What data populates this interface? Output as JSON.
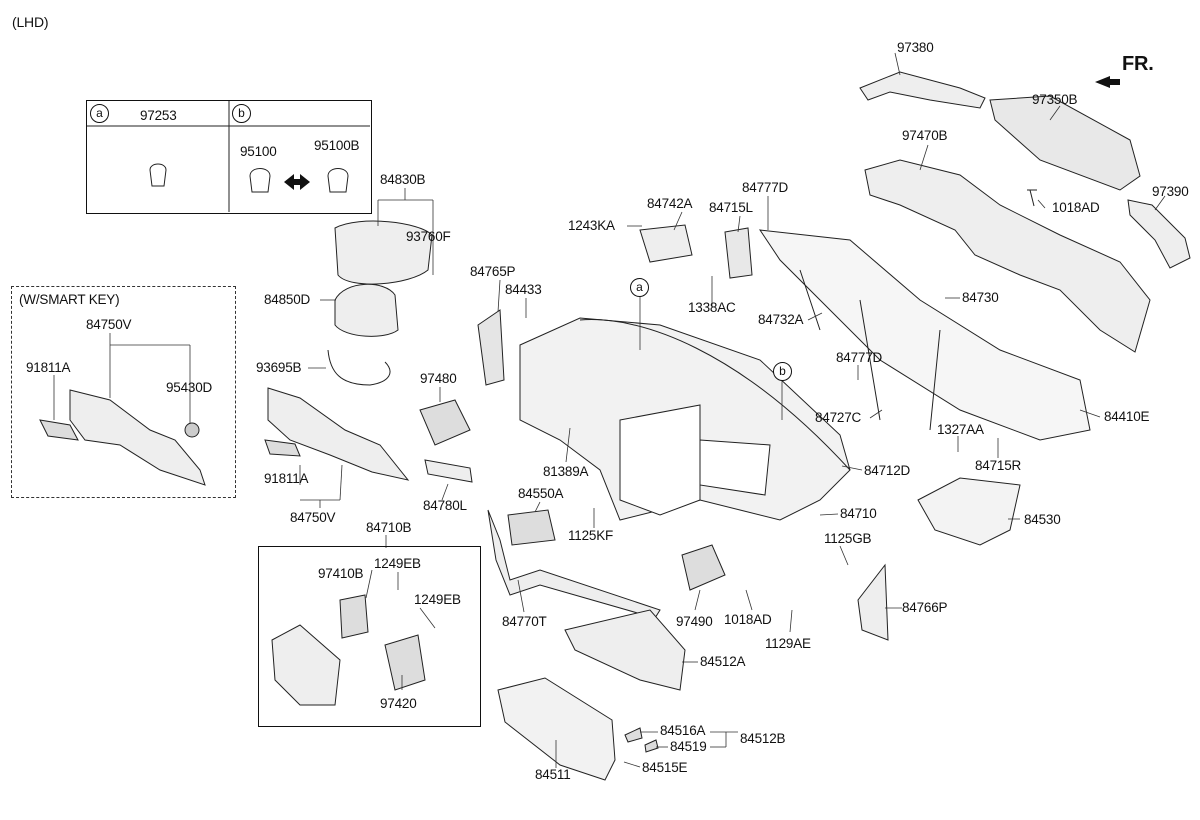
{
  "header": {
    "variant": "(LHD)",
    "direction": "FR."
  },
  "callouts": {
    "a": "a",
    "b": "b"
  },
  "table": {
    "col_a_key": "a",
    "col_a_part": "97253",
    "col_b_key": "b",
    "col_b_part1": "95100",
    "col_b_part2": "95100B"
  },
  "smart_key": {
    "title": "(W/SMART KEY)"
  },
  "parts": {
    "p97380": "97380",
    "p97350B": "97350B",
    "p97470B": "97470B",
    "p97390": "97390",
    "p1018AD_top": "1018AD",
    "p84830B": "84830B",
    "p93760F": "93760F",
    "p84850D": "84850D",
    "p93695B": "93695B",
    "p84742A": "84742A",
    "p1243KA": "1243KA",
    "p84777D_top": "84777D",
    "p84715L": "84715L",
    "p1338AC": "1338AC",
    "p84765P": "84765P",
    "p84433": "84433",
    "p84730": "84730",
    "p84732A": "84732A",
    "p84777D_mid": "84777D",
    "p84727C": "84727C",
    "p84410E": "84410E",
    "p1327AA": "1327AA",
    "p84715R": "84715R",
    "p84712D": "84712D",
    "p97480": "97480",
    "p81389A": "81389A",
    "p84780L": "84780L",
    "p84750V_sk": "84750V",
    "p91811A_sk": "91811A",
    "p95430D": "95430D",
    "p91811A": "91811A",
    "p84750V": "84750V",
    "p84550A": "84550A",
    "p1125KF": "1125KF",
    "p84710": "84710",
    "p84530": "84530",
    "p1125GB": "1125GB",
    "p84710B": "84710B",
    "p97410B": "97410B",
    "p1249EB_a": "1249EB",
    "p1249EB_b": "1249EB",
    "p97420": "97420",
    "p84770T": "84770T",
    "p97490": "97490",
    "p1018AD_bot": "1018AD",
    "p1129AE": "1129AE",
    "p84766P": "84766P",
    "p84512A": "84512A",
    "p84516A": "84516A",
    "p84519": "84519",
    "p84512B": "84512B",
    "p84515E": "84515E",
    "p84511": "84511"
  },
  "icons": [
    "double-arrow-icon",
    "fr-arrow-icon",
    "clip-icon",
    "screw-icon"
  ],
  "colors": {
    "ink": "#111111",
    "background": "#ffffff",
    "fill": "#e8e8e8"
  }
}
